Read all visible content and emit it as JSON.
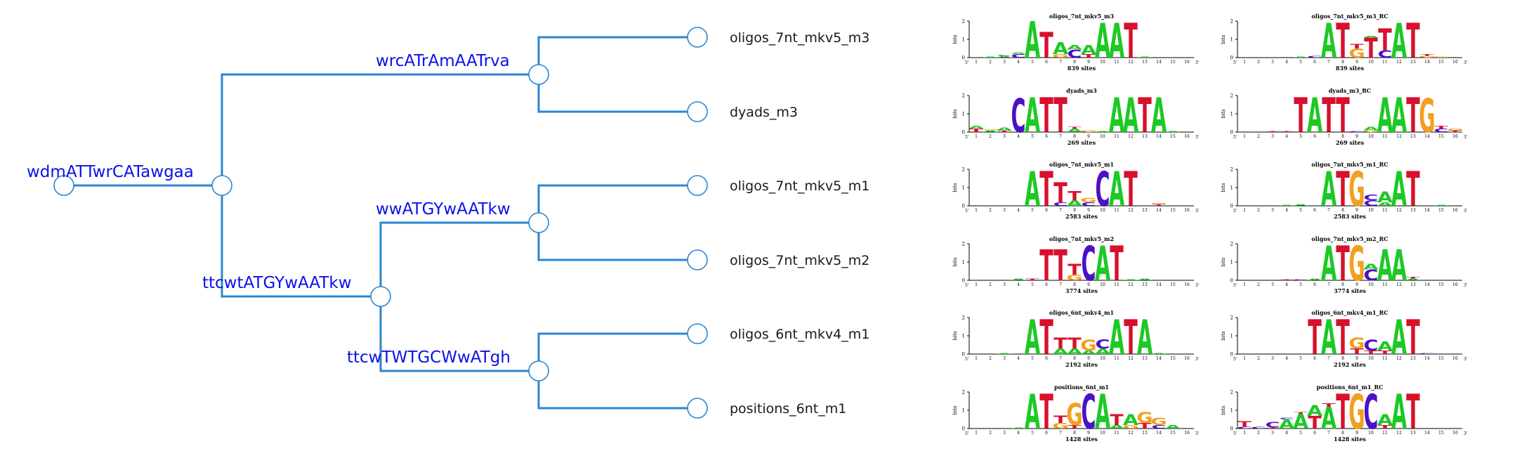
{
  "colors": {
    "branch": "#2a86d1",
    "node_label": "#0b10e8",
    "A": "#1dc925",
    "C": "#4a12c4",
    "G": "#f2a020",
    "T": "#d8102c"
  },
  "tree": {
    "root": {
      "label": "wdmATTwrCATawgaa"
    },
    "internal_nodes": [
      {
        "id": "n1",
        "label": ""
      },
      {
        "id": "n2",
        "label": "wrcATrAmAATrva"
      },
      {
        "id": "n3",
        "label": "ttcwtATGYwAATkw"
      },
      {
        "id": "n4",
        "label": "wwATGYwAATkw"
      },
      {
        "id": "n5",
        "label": "ttcwTWTGCWwATgh"
      }
    ],
    "leaves": [
      {
        "label": "oligos_7nt_mkv5_m3"
      },
      {
        "label": "dyads_m3"
      },
      {
        "label": "oligos_7nt_mkv5_m1"
      },
      {
        "label": "oligos_7nt_mkv5_m2"
      },
      {
        "label": "oligos_6nt_mkv4_m1"
      },
      {
        "label": "positions_6nt_m1"
      }
    ]
  },
  "logo_axis": {
    "y_label": "bits",
    "y_ticks": [
      "0",
      "1",
      "2"
    ],
    "start": "5'",
    "end": "3'",
    "positions": [
      "1",
      "2",
      "3",
      "4",
      "5",
      "6",
      "7",
      "8",
      "9",
      "10",
      "11",
      "12",
      "13",
      "14",
      "15",
      "16"
    ]
  },
  "logos": [
    {
      "forward": {
        "title": "oligos_7nt_mkv5_m3",
        "sites": "839 sites",
        "columns": [
          [],
          [
            [
              "A",
              0.05
            ]
          ],
          [
            [
              "A",
              0.1
            ],
            [
              "C",
              0.05
            ]
          ],
          [
            [
              "C",
              0.2
            ],
            [
              "A",
              0.1
            ]
          ],
          [
            [
              "A",
              2
            ]
          ],
          [
            [
              "T",
              1.4
            ]
          ],
          [
            [
              "G",
              0.2
            ],
            [
              "A",
              0.65
            ]
          ],
          [
            [
              "C",
              0.45
            ],
            [
              "A",
              0.25
            ]
          ],
          [
            [
              "T",
              0.2
            ],
            [
              "A",
              0.5
            ]
          ],
          [
            [
              "A",
              1.9
            ]
          ],
          [
            [
              "A",
              1.9
            ]
          ],
          [
            [
              "T",
              1.9
            ]
          ],
          [
            [
              "A",
              0.05
            ]
          ],
          [],
          [],
          []
        ]
      },
      "reverse": {
        "title": "oligos_7nt_mkv5_m3_RC",
        "sites": "839 sites",
        "columns": [
          [],
          [],
          [],
          [],
          [
            [
              "A",
              0.05
            ]
          ],
          [
            [
              "C",
              0.1
            ]
          ],
          [
            [
              "A",
              1.9
            ]
          ],
          [
            [
              "T",
              1.9
            ]
          ],
          [
            [
              "G",
              0.5
            ],
            [
              "T",
              0.25
            ]
          ],
          [
            [
              "T",
              1.1
            ],
            [
              "A",
              0.1
            ]
          ],
          [
            [
              "C",
              0.4
            ],
            [
              "T",
              1.2
            ]
          ],
          [
            [
              "A",
              1.9
            ]
          ],
          [
            [
              "T",
              1.9
            ]
          ],
          [
            [
              "G",
              0.1
            ],
            [
              "T",
              0.1
            ]
          ],
          [
            [
              "G",
              0.05
            ]
          ],
          []
        ]
      }
    },
    {
      "forward": {
        "title": "dyads_m3",
        "sites": "269 sites",
        "columns": [
          [
            [
              "T",
              0.2
            ],
            [
              "A",
              0.15
            ]
          ],
          [
            [
              "A",
              0.1
            ],
            [
              "G",
              0.05
            ]
          ],
          [
            [
              "T",
              0.1
            ],
            [
              "A",
              0.15
            ]
          ],
          [
            [
              "C",
              1.85
            ]
          ],
          [
            [
              "A",
              1.9
            ]
          ],
          [
            [
              "T",
              1.9
            ]
          ],
          [
            [
              "T",
              1.9
            ]
          ],
          [
            [
              "A",
              0.2
            ],
            [
              "T",
              0.1
            ]
          ],
          [
            [
              "G",
              0.1
            ]
          ],
          [
            [
              "A",
              0.05
            ]
          ],
          [
            [
              "A",
              1.9
            ]
          ],
          [
            [
              "A",
              1.9
            ]
          ],
          [
            [
              "T",
              1.9
            ]
          ],
          [
            [
              "A",
              1.9
            ]
          ],
          [
            [
              "A",
              0.05
            ]
          ],
          []
        ]
      },
      "reverse": {
        "title": "dyads_m3_RC",
        "sites": "269 sites",
        "columns": [
          [],
          [],
          [
            [
              "T",
              0.05
            ]
          ],
          [
            [
              "T",
              0.05
            ]
          ],
          [
            [
              "T",
              1.9
            ]
          ],
          [
            [
              "A",
              1.9
            ]
          ],
          [
            [
              "T",
              1.9
            ]
          ],
          [
            [
              "T",
              1.9
            ]
          ],
          [
            [
              "C",
              0.05
            ]
          ],
          [
            [
              "G",
              0.1
            ],
            [
              "A",
              0.2
            ]
          ],
          [
            [
              "A",
              1.9
            ]
          ],
          [
            [
              "A",
              1.9
            ]
          ],
          [
            [
              "T",
              1.9
            ]
          ],
          [
            [
              "G",
              1.85
            ]
          ],
          [
            [
              "C",
              0.2
            ],
            [
              "T",
              0.15
            ]
          ],
          [
            [
              "T",
              0.1
            ],
            [
              "G",
              0.1
            ]
          ]
        ]
      }
    },
    {
      "forward": {
        "title": "oligos_7nt_mkv5_m1",
        "sites": "2583 sites",
        "columns": [
          [],
          [],
          [],
          [],
          [
            [
              "A",
              1.9
            ]
          ],
          [
            [
              "T",
              1.9
            ]
          ],
          [
            [
              "C",
              0.2
            ],
            [
              "T",
              1.1
            ]
          ],
          [
            [
              "A",
              0.3
            ],
            [
              "T",
              0.5
            ]
          ],
          [
            [
              "C",
              0.2
            ],
            [
              "G",
              0.25
            ]
          ],
          [
            [
              "C",
              1.9
            ]
          ],
          [
            [
              "A",
              1.9
            ]
          ],
          [
            [
              "T",
              1.9
            ]
          ],
          [],
          [
            [
              "T",
              0.1
            ],
            [
              "G",
              0.05
            ]
          ],
          [],
          []
        ]
      },
      "reverse": {
        "title": "oligos_7nt_mkv5_m1_RC",
        "sites": "2583 sites",
        "columns": [
          [],
          [],
          [],
          [
            [
              "A",
              0.05
            ]
          ],
          [
            [
              "A",
              0.1
            ]
          ],
          [],
          [
            [
              "A",
              1.9
            ]
          ],
          [
            [
              "T",
              1.9
            ]
          ],
          [
            [
              "G",
              1.9
            ]
          ],
          [
            [
              "C",
              0.3
            ],
            [
              "C",
              0.3
            ]
          ],
          [
            [
              "A",
              0.2
            ],
            [
              "A",
              0.6
            ]
          ],
          [
            [
              "A",
              1.9
            ]
          ],
          [
            [
              "T",
              1.9
            ]
          ],
          [],
          [
            [
              "A",
              0.05
            ]
          ],
          []
        ]
      }
    },
    {
      "forward": {
        "title": "oligos_7nt_mkv5_m2",
        "sites": "3774 sites",
        "columns": [
          [],
          [],
          [],
          [
            [
              "A",
              0.1
            ]
          ],
          [
            [
              "T",
              0.1
            ]
          ],
          [
            [
              "T",
              1.7
            ]
          ],
          [
            [
              "T",
              1.7
            ]
          ],
          [
            [
              "G",
              0.3
            ],
            [
              "T",
              0.6
            ]
          ],
          [
            [
              "C",
              1.9
            ]
          ],
          [
            [
              "A",
              1.9
            ]
          ],
          [
            [
              "T",
              1.9
            ]
          ],
          [
            [
              "A",
              0.05
            ]
          ],
          [
            [
              "A",
              0.1
            ]
          ],
          [],
          [],
          []
        ]
      },
      "reverse": {
        "title": "oligos_7nt_mkv5_m2_RC",
        "sites": "3774 sites",
        "columns": [
          [],
          [],
          [],
          [
            [
              "T",
              0.05
            ]
          ],
          [
            [
              "C",
              0.05
            ]
          ],
          [
            [
              "A",
              0.1
            ]
          ],
          [
            [
              "A",
              1.9
            ]
          ],
          [
            [
              "T",
              1.9
            ]
          ],
          [
            [
              "G",
              1.9
            ]
          ],
          [
            [
              "C",
              0.6
            ],
            [
              "A",
              0.3
            ]
          ],
          [
            [
              "A",
              1.7
            ]
          ],
          [
            [
              "A",
              1.7
            ]
          ],
          [
            [
              "A",
              0.1
            ],
            [
              "T",
              0.1
            ]
          ],
          [],
          [],
          []
        ]
      }
    },
    {
      "forward": {
        "title": "oligos_6nt_mkv4_m1",
        "sites": "2192 sites",
        "columns": [
          [],
          [],
          [
            [
              "A",
              0.05
            ]
          ],
          [],
          [
            [
              "A",
              1.9
            ]
          ],
          [
            [
              "T",
              1.9
            ]
          ],
          [
            [
              "A",
              0.3
            ],
            [
              "T",
              0.6
            ]
          ],
          [
            [
              "A",
              0.3
            ],
            [
              "T",
              0.6
            ]
          ],
          [
            [
              "A",
              0.2
            ],
            [
              "G",
              0.6
            ]
          ],
          [
            [
              "A",
              0.3
            ],
            [
              "C",
              0.5
            ]
          ],
          [
            [
              "A",
              1.9
            ]
          ],
          [
            [
              "T",
              1.9
            ]
          ],
          [
            [
              "A",
              1.9
            ]
          ],
          [
            [
              "A",
              0.05
            ]
          ],
          [],
          []
        ]
      },
      "reverse": {
        "title": "oligos_6nt_mkv4_m1_RC",
        "sites": "2192 sites",
        "columns": [
          [],
          [],
          [],
          [],
          [],
          [
            [
              "T",
              1.9
            ]
          ],
          [
            [
              "A",
              1.9
            ]
          ],
          [
            [
              "T",
              1.9
            ]
          ],
          [
            [
              "T",
              0.3
            ],
            [
              "G",
              0.6
            ]
          ],
          [
            [
              "T",
              0.2
            ],
            [
              "C",
              0.6
            ]
          ],
          [
            [
              "T",
              0.2
            ],
            [
              "A",
              0.5
            ]
          ],
          [
            [
              "A",
              1.9
            ]
          ],
          [
            [
              "T",
              1.9
            ]
          ],
          [
            [
              "C",
              0.05
            ]
          ],
          [],
          []
        ]
      }
    },
    {
      "forward": {
        "title": "positions_6nt_m1",
        "sites": "1428 sites",
        "columns": [
          [],
          [],
          [],
          [
            [
              "A",
              0.05
            ]
          ],
          [
            [
              "A",
              1.9
            ]
          ],
          [
            [
              "T",
              1.9
            ]
          ],
          [
            [
              "G",
              0.3
            ],
            [
              "T",
              0.4
            ]
          ],
          [
            [
              "T",
              0.2
            ],
            [
              "G",
              1.2
            ]
          ],
          [
            [
              "C",
              1.9
            ]
          ],
          [
            [
              "A",
              1.9
            ]
          ],
          [
            [
              "A",
              0.2
            ],
            [
              "T",
              0.6
            ]
          ],
          [
            [
              "G",
              0.2
            ],
            [
              "A",
              0.6
            ]
          ],
          [
            [
              "T",
              0.3
            ],
            [
              "G",
              0.6
            ]
          ],
          [
            [
              "C",
              0.2
            ],
            [
              "G",
              0.4
            ]
          ],
          [
            [
              "A",
              0.2
            ]
          ],
          []
        ]
      },
      "reverse": {
        "title": "positions_6nt_m1_RC",
        "sites": "1428 sites",
        "columns": [
          [
            [
              "C",
              0.1
            ],
            [
              "T",
              0.3
            ]
          ],
          [
            [
              "C",
              0.1
            ]
          ],
          [
            [
              "T",
              0.05
            ],
            [
              "C",
              0.3
            ]
          ],
          [
            [
              "A",
              0.5
            ],
            [
              "C",
              0.1
            ]
          ],
          [
            [
              "A",
              0.8
            ],
            [
              "T",
              0.1
            ]
          ],
          [
            [
              "T",
              0.7
            ],
            [
              "A",
              0.6
            ]
          ],
          [
            [
              "A",
              1.2
            ],
            [
              "T",
              0.2
            ]
          ],
          [
            [
              "T",
              1.9
            ]
          ],
          [
            [
              "G",
              1.9
            ]
          ],
          [
            [
              "C",
              1.9
            ]
          ],
          [
            [
              "T",
              0.2
            ],
            [
              "A",
              0.6
            ]
          ],
          [
            [
              "A",
              1.9
            ]
          ],
          [
            [
              "T",
              1.9
            ]
          ],
          [],
          [],
          []
        ]
      }
    }
  ]
}
